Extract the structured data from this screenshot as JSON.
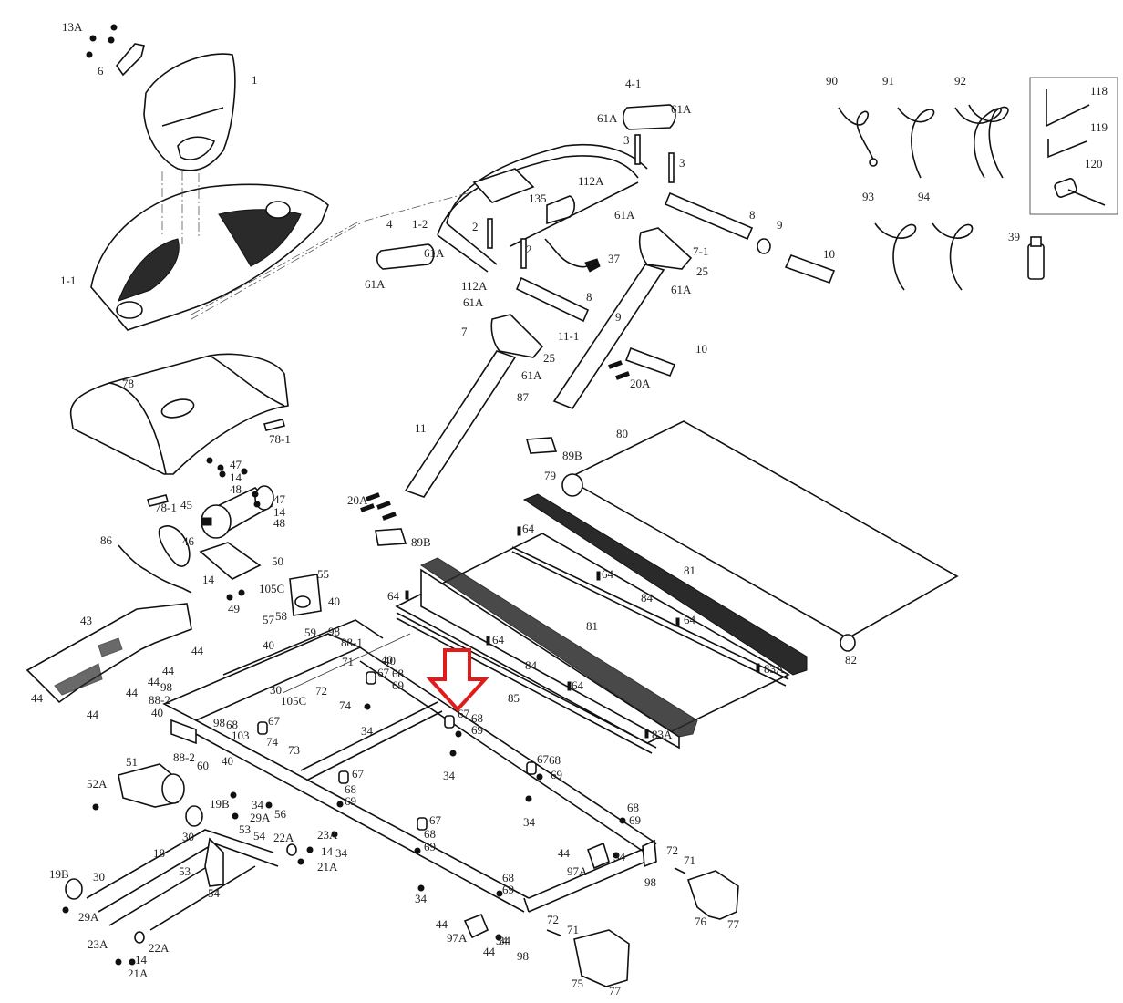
{
  "diagram": {
    "type": "exploded-parts-diagram",
    "subject": "treadmill",
    "highlight": {
      "shape": "arrow-down",
      "color": "#e01b1b",
      "points_to_part": "67"
    },
    "tool_box_parts": [
      "118",
      "119",
      "120"
    ],
    "labels": [
      {
        "id": "l-13A",
        "text": "13A"
      },
      {
        "id": "l-6",
        "text": "6"
      },
      {
        "id": "l-1",
        "text": "1"
      },
      {
        "id": "l-1-1",
        "text": "1-1"
      },
      {
        "id": "l-4-1",
        "text": "4-1"
      },
      {
        "id": "l-61A-a",
        "text": "61A"
      },
      {
        "id": "l-61A-b",
        "text": "61A"
      },
      {
        "id": "l-3-a",
        "text": "3"
      },
      {
        "id": "l-3-b",
        "text": "3"
      },
      {
        "id": "l-112A-a",
        "text": "112A"
      },
      {
        "id": "l-135",
        "text": "135"
      },
      {
        "id": "l-2-a",
        "text": "2"
      },
      {
        "id": "l-2-b",
        "text": "2"
      },
      {
        "id": "l-1-2",
        "text": "1-2"
      },
      {
        "id": "l-4",
        "text": "4"
      },
      {
        "id": "l-61A-c",
        "text": "61A"
      },
      {
        "id": "l-61A-d",
        "text": "61A"
      },
      {
        "id": "l-112A-b",
        "text": "112A"
      },
      {
        "id": "l-61A-e",
        "text": "61A"
      },
      {
        "id": "l-7",
        "text": "7"
      },
      {
        "id": "l-25-a",
        "text": "25"
      },
      {
        "id": "l-61A-f",
        "text": "61A"
      },
      {
        "id": "l-37",
        "text": "37"
      },
      {
        "id": "l-61A-g",
        "text": "61A"
      },
      {
        "id": "l-7-1",
        "text": "7-1"
      },
      {
        "id": "l-25-b",
        "text": "25"
      },
      {
        "id": "l-61A-h",
        "text": "61A"
      },
      {
        "id": "l-8-a",
        "text": "8"
      },
      {
        "id": "l-8-b",
        "text": "8"
      },
      {
        "id": "l-9-a",
        "text": "9"
      },
      {
        "id": "l-9-b",
        "text": "9"
      },
      {
        "id": "l-10-a",
        "text": "10"
      },
      {
        "id": "l-10-b",
        "text": "10"
      },
      {
        "id": "l-11-1",
        "text": "11-1"
      },
      {
        "id": "l-20A-a",
        "text": "20A"
      },
      {
        "id": "l-87",
        "text": "87"
      },
      {
        "id": "l-11",
        "text": "11"
      },
      {
        "id": "l-20A-b",
        "text": "20A"
      },
      {
        "id": "l-89B-a",
        "text": "89B"
      },
      {
        "id": "l-89B-b",
        "text": "89B"
      },
      {
        "id": "l-90",
        "text": "90"
      },
      {
        "id": "l-91",
        "text": "91"
      },
      {
        "id": "l-92",
        "text": "92"
      },
      {
        "id": "l-93",
        "text": "93"
      },
      {
        "id": "l-94",
        "text": "94"
      },
      {
        "id": "l-118",
        "text": "118"
      },
      {
        "id": "l-119",
        "text": "119"
      },
      {
        "id": "l-120",
        "text": "120"
      },
      {
        "id": "l-39",
        "text": "39"
      },
      {
        "id": "l-78",
        "text": "78"
      },
      {
        "id": "l-78-1-a",
        "text": "78-1"
      },
      {
        "id": "l-78-1-b",
        "text": "78-1"
      },
      {
        "id": "l-47-a",
        "text": "47"
      },
      {
        "id": "l-14-a",
        "text": "14"
      },
      {
        "id": "l-48-a",
        "text": "48"
      },
      {
        "id": "l-47-b",
        "text": "47"
      },
      {
        "id": "l-14-b",
        "text": "14"
      },
      {
        "id": "l-48-b",
        "text": "48"
      },
      {
        "id": "l-45",
        "text": "45"
      },
      {
        "id": "l-86",
        "text": "86"
      },
      {
        "id": "l-46",
        "text": "46"
      },
      {
        "id": "l-50",
        "text": "50"
      },
      {
        "id": "l-14-c",
        "text": "14"
      },
      {
        "id": "l-49",
        "text": "49"
      },
      {
        "id": "l-55",
        "text": "55"
      },
      {
        "id": "l-105C-a",
        "text": "105C"
      },
      {
        "id": "l-40-a",
        "text": "40"
      },
      {
        "id": "l-43",
        "text": "43"
      },
      {
        "id": "l-44-a",
        "text": "44"
      },
      {
        "id": "l-44-b",
        "text": "44"
      },
      {
        "id": "l-44-c",
        "text": "44"
      },
      {
        "id": "l-44-d",
        "text": "44"
      },
      {
        "id": "l-44-e",
        "text": "44"
      },
      {
        "id": "l-44-f",
        "text": "44"
      },
      {
        "id": "l-57",
        "text": "57"
      },
      {
        "id": "l-58",
        "text": "58"
      },
      {
        "id": "l-40-b",
        "text": "40"
      },
      {
        "id": "l-59",
        "text": "59"
      },
      {
        "id": "l-98-a",
        "text": "98"
      },
      {
        "id": "l-88-1",
        "text": "88-1"
      },
      {
        "id": "l-71-a",
        "text": "71"
      },
      {
        "id": "l-40-c",
        "text": "40"
      },
      {
        "id": "l-30-a",
        "text": "30"
      },
      {
        "id": "l-72-a",
        "text": "72"
      },
      {
        "id": "l-105C-b",
        "text": "105C"
      },
      {
        "id": "l-74-a",
        "text": "74"
      },
      {
        "id": "l-98-b",
        "text": "98"
      },
      {
        "id": "l-88-2-a",
        "text": "88-2"
      },
      {
        "id": "l-40-d",
        "text": "40"
      },
      {
        "id": "l-98-c",
        "text": "98"
      },
      {
        "id": "l-68-a",
        "text": "68"
      },
      {
        "id": "l-103",
        "text": "103"
      },
      {
        "id": "l-67-a",
        "text": "67"
      },
      {
        "id": "l-74-b",
        "text": "74"
      },
      {
        "id": "l-73",
        "text": "73"
      },
      {
        "id": "l-88-2-b",
        "text": "88-2"
      },
      {
        "id": "l-60",
        "text": "60"
      },
      {
        "id": "l-40-e",
        "text": "40"
      },
      {
        "id": "l-40-f",
        "text": "40"
      },
      {
        "id": "l-67-b",
        "text": "67"
      },
      {
        "id": "l-68-b",
        "text": "68"
      },
      {
        "id": "l-69-a",
        "text": "69"
      },
      {
        "id": "l-34-a",
        "text": "34"
      },
      {
        "id": "l-51",
        "text": "51"
      },
      {
        "id": "l-52A",
        "text": "52A"
      },
      {
        "id": "l-19B-a",
        "text": "19B"
      },
      {
        "id": "l-29A-a",
        "text": "29A"
      },
      {
        "id": "l-34-b",
        "text": "34"
      },
      {
        "id": "l-56",
        "text": "56"
      },
      {
        "id": "l-30-b",
        "text": "30"
      },
      {
        "id": "l-53-a",
        "text": "53"
      },
      {
        "id": "l-54-a",
        "text": "54"
      },
      {
        "id": "l-22A-a",
        "text": "22A"
      },
      {
        "id": "l-23A-a",
        "text": "23A"
      },
      {
        "id": "l-14-d",
        "text": "14"
      },
      {
        "id": "l-34-c",
        "text": "34"
      },
      {
        "id": "l-21A-a",
        "text": "21A"
      },
      {
        "id": "l-18",
        "text": "18"
      },
      {
        "id": "l-53-b",
        "text": "53"
      },
      {
        "id": "l-54-b",
        "text": "54"
      },
      {
        "id": "l-19B-b",
        "text": "19B"
      },
      {
        "id": "l-30-c",
        "text": "30"
      },
      {
        "id": "l-29A-b",
        "text": "29A"
      },
      {
        "id": "l-23A-b",
        "text": "23A"
      },
      {
        "id": "l-22A-b",
        "text": "22A"
      },
      {
        "id": "l-14-e",
        "text": "14"
      },
      {
        "id": "l-21A-b",
        "text": "21A"
      },
      {
        "id": "l-80",
        "text": "80"
      },
      {
        "id": "l-79",
        "text": "79"
      },
      {
        "id": "l-64-a",
        "text": "64"
      },
      {
        "id": "l-64-b",
        "text": "64"
      },
      {
        "id": "l-64-c",
        "text": "64"
      },
      {
        "id": "l-64-d",
        "text": "64"
      },
      {
        "id": "l-64-e",
        "text": "64"
      },
      {
        "id": "l-64-f",
        "text": "64"
      },
      {
        "id": "l-81-a",
        "text": "81"
      },
      {
        "id": "l-81-b",
        "text": "81"
      },
      {
        "id": "l-84-a",
        "text": "84"
      },
      {
        "id": "l-84-b",
        "text": "84"
      },
      {
        "id": "l-85",
        "text": "85"
      },
      {
        "id": "l-83A-a",
        "text": "83A"
      },
      {
        "id": "l-83A-b",
        "text": "83A"
      },
      {
        "id": "l-82",
        "text": "82"
      },
      {
        "id": "l-67-c",
        "text": "67"
      },
      {
        "id": "l-68-c",
        "text": "68"
      },
      {
        "id": "l-69-b",
        "text": "69"
      },
      {
        "id": "l-34-d",
        "text": "34"
      },
      {
        "id": "l-67-d",
        "text": "67"
      },
      {
        "id": "l-68-d",
        "text": "68"
      },
      {
        "id": "l-69-c",
        "text": "69"
      },
      {
        "id": "l-34-e",
        "text": "34"
      },
      {
        "id": "l-67-e",
        "text": "67"
      },
      {
        "id": "l-68-e",
        "text": "68"
      },
      {
        "id": "l-69-d",
        "text": "69"
      },
      {
        "id": "l-67-f",
        "text": "67"
      },
      {
        "id": "l-68-f",
        "text": "68"
      },
      {
        "id": "l-69-e",
        "text": "69"
      },
      {
        "id": "l-34-f",
        "text": "34"
      },
      {
        "id": "l-68-g",
        "text": "68"
      },
      {
        "id": "l-69-f",
        "text": "69"
      },
      {
        "id": "l-68-h",
        "text": "68"
      },
      {
        "id": "l-69-g",
        "text": "69"
      },
      {
        "id": "l-44-g",
        "text": "44"
      },
      {
        "id": "l-97A-a",
        "text": "97A"
      },
      {
        "id": "l-34-g",
        "text": "34"
      },
      {
        "id": "l-98-d",
        "text": "98"
      },
      {
        "id": "l-72-b",
        "text": "72"
      },
      {
        "id": "l-71-b",
        "text": "71"
      },
      {
        "id": "l-76",
        "text": "76"
      },
      {
        "id": "l-77-a",
        "text": "77"
      },
      {
        "id": "l-34-h",
        "text": "34"
      },
      {
        "id": "l-44-h",
        "text": "44"
      },
      {
        "id": "l-97A-b",
        "text": "97A"
      },
      {
        "id": "l-44-i",
        "text": "44"
      },
      {
        "id": "l-34-i",
        "text": "34"
      },
      {
        "id": "l-98-e",
        "text": "98"
      },
      {
        "id": "l-72-c",
        "text": "72"
      },
      {
        "id": "l-71-c",
        "text": "71"
      },
      {
        "id": "l-75",
        "text": "75"
      },
      {
        "id": "l-77-b",
        "text": "77"
      }
    ]
  }
}
